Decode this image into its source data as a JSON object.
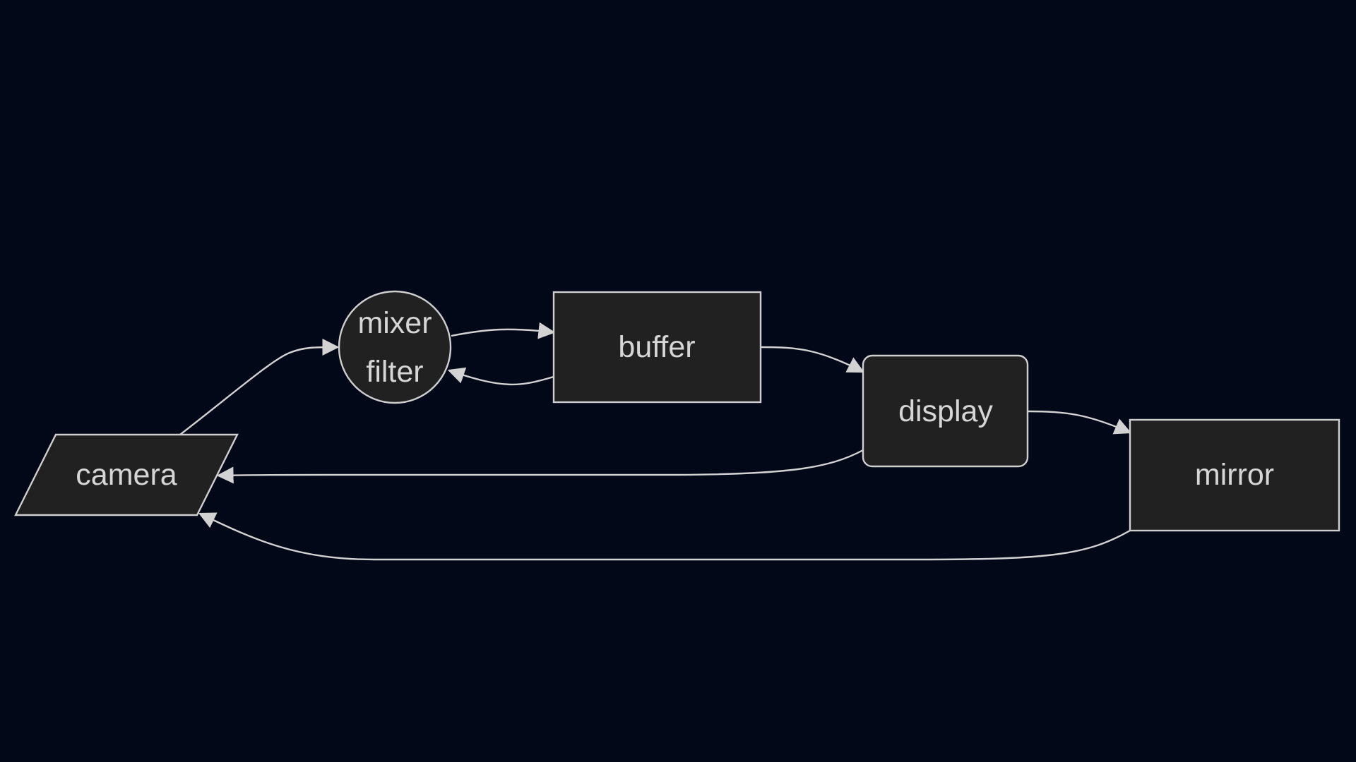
{
  "colors": {
    "background": "#020817",
    "node_fill": "#202120",
    "node_stroke": "#cfcfcf",
    "edge": "#d2d2d2",
    "text": "#d6d6d6"
  },
  "nodes": {
    "camera": {
      "label": "camera",
      "shape": "parallelogram"
    },
    "mixer_filter": {
      "label_line1": "mixer",
      "label_line2": "filter",
      "shape": "circle"
    },
    "buffer": {
      "label": "buffer",
      "shape": "rectangle"
    },
    "display": {
      "label": "display",
      "shape": "rounded-rectangle"
    },
    "mirror": {
      "label": "mirror",
      "shape": "rectangle"
    }
  },
  "edges": [
    {
      "from": "camera",
      "to": "mixer_filter"
    },
    {
      "from": "mixer_filter",
      "to": "buffer"
    },
    {
      "from": "buffer",
      "to": "mixer_filter"
    },
    {
      "from": "buffer",
      "to": "display"
    },
    {
      "from": "display",
      "to": "mirror"
    },
    {
      "from": "display",
      "to": "camera"
    },
    {
      "from": "mirror",
      "to": "camera"
    }
  ]
}
